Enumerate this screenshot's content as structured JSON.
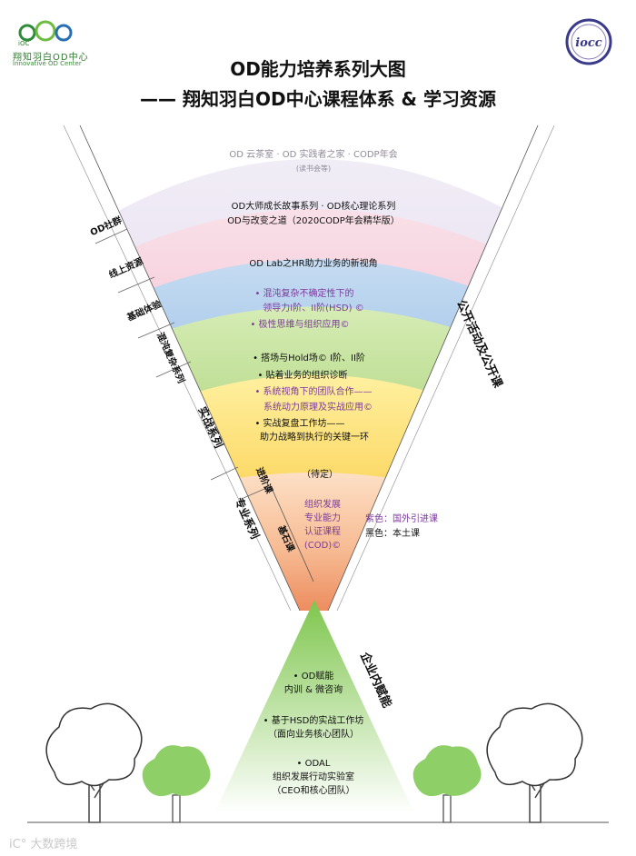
{
  "header": {
    "title_line1": "OD能力培养系列大图",
    "title_line2": "—— 翔知羽白OD中心课程体系 & 学习资源"
  },
  "logo_left": {
    "mark": "iOC",
    "name_cn": "翔知羽白OD中心",
    "name_en": "Innovative OD Center"
  },
  "logo_right": {
    "mark": "iocc"
  },
  "bands": [
    {
      "lines": [
        "OD 云茶室 · OD 实践者之家 · CODP年会",
        "(读书会等)"
      ]
    },
    {
      "lines": [
        "OD大师成长故事系列 · OD核心理论系列",
        "OD与改变之道（2020CODP年会精华版）"
      ]
    },
    {
      "lines": [
        "OD Lab之HR助力业务的新视角"
      ]
    },
    {
      "lines": [
        "• 混沌复杂不确定性下的",
        "领导力I阶、II阶(HSD) ©",
        "• 极性思维与组织应用©"
      ]
    },
    {
      "lines": [
        "• 搭场与Hold场© I阶、II阶",
        "• 贴着业务的组织诊断",
        "• 系统视角下的团队合作——",
        "系统动力原理及实战应用©",
        "• 实战复盘工作坊——",
        "助力战略到执行的关键一环"
      ]
    },
    {
      "lines": [
        "（待定）"
      ]
    },
    {
      "lines": [
        "组织发展",
        "专业能力",
        "认证课程",
        "(COD)©"
      ]
    }
  ],
  "side_labels": {
    "od_community": "OD社群",
    "online": "线上资源",
    "basic": "基础体验",
    "chaos": "混沌复杂系列",
    "practice": "实战系列",
    "advanced": "进阶课",
    "foundation": "基石课",
    "professional": "专业系列",
    "public": "公开活动及公开课",
    "enterprise": "企业内赋能"
  },
  "legend": {
    "purple": "紫色：国外引进课",
    "black": "黑色：本土课"
  },
  "triangle": {
    "items": [
      {
        "lines": [
          "• OD赋能",
          "内训 & 微咨询"
        ]
      },
      {
        "lines": [
          "• 基于HSD的实战工作坊",
          "（面向业务核心团队）"
        ]
      },
      {
        "lines": [
          "• ODAL",
          "组织发展行动实验室",
          "（CEO和核心团队）"
        ]
      }
    ]
  },
  "colors": {
    "band1": "#e4dcef",
    "band2": "#f3c4d2",
    "band3": "#8fb7e0",
    "band4": "#a7cf6d",
    "band5": "#fbd33a",
    "band6": "#f6b57f",
    "band7": "#ee9466",
    "triangle": "#9bd46a",
    "purple_text": "#7a3a9a",
    "tree_green": "#8fcf68"
  },
  "watermark": "iC° 大数跨境"
}
